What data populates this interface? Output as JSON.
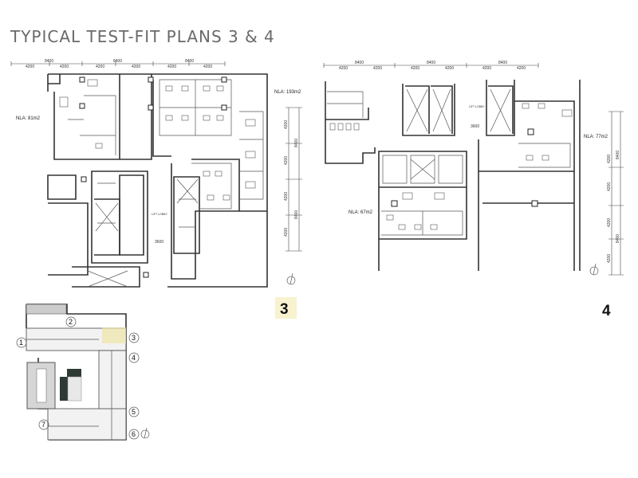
{
  "title": "TYPICAL TEST-FIT PLANS 3 & 4",
  "plan3": {
    "number": "3",
    "nla_left": "NLA: 81m2",
    "nla_right": "NLA: 193m2",
    "lift_lobby": "LIFT LOBBY",
    "dimensions_top": [
      "4200",
      "8400",
      "4200",
      "4200",
      "8400",
      "4200",
      "8400",
      "4200",
      "4200"
    ],
    "dimensions_side": [
      "4200",
      "8400",
      "4200",
      "4200",
      "8400",
      "4200"
    ],
    "lobby_width": "3600",
    "label_highlight_color": "#f8f2cf"
  },
  "plan4": {
    "number": "4",
    "nla_top": "NLA: 77m2",
    "nla_bottom": "NLA: 67m2",
    "lift_lobby": "LIFT LOBBY",
    "dimensions_top": [
      "8400",
      "4200",
      "4200",
      "8400",
      "4200",
      "4200",
      "8400",
      "4200",
      "4200"
    ],
    "dimensions_side": [
      "4200",
      "8400",
      "4200",
      "4200",
      "8400",
      "4200"
    ],
    "lobby_width": "3600"
  },
  "key_plan": {
    "markers": [
      "1",
      "2",
      "3",
      "4",
      "5",
      "6",
      "7"
    ]
  }
}
